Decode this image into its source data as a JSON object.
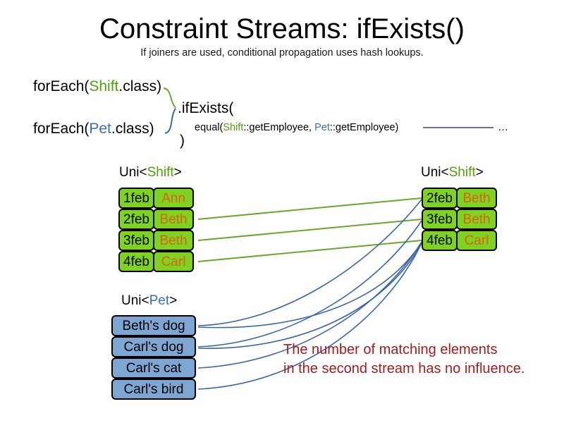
{
  "header": {
    "title": "Constraint Streams: ifExists()",
    "subtitle": "If joiners are used, conditional propagation uses hash lookups."
  },
  "code": {
    "foreach_shift_prefix": "forEach(",
    "foreach_shift_type": "Shift",
    "foreach_shift_suffix": ".class)",
    "foreach_pet_prefix": "forEach(",
    "foreach_pet_type": "Pet",
    "foreach_pet_suffix": ".class)",
    "if_exists": ".ifExists(",
    "equal_prefix": "equal(",
    "equal_shift_type": "Shift",
    "equal_shift_method": "::getEmployee, ",
    "equal_pet_type": "Pet",
    "equal_pet_method": "::getEmployee)",
    "close_paren": ")",
    "ellipsis": "…"
  },
  "streams": {
    "left_shift_label_prefix": "Uni<",
    "left_shift_label_type": "Shift",
    "left_shift_label_suffix": ">",
    "right_shift_label_prefix": "Uni<",
    "right_shift_label_type": "Shift",
    "right_shift_label_suffix": ">",
    "pet_label_prefix": "Uni<",
    "pet_label_type": "Pet",
    "pet_label_suffix": ">"
  },
  "left_shift_rows": [
    {
      "date": "1feb",
      "name": "Ann"
    },
    {
      "date": "2feb",
      "name": "Beth"
    },
    {
      "date": "3feb",
      "name": "Beth"
    },
    {
      "date": "4feb",
      "name": "Carl"
    }
  ],
  "right_shift_rows": [
    {
      "date": "2feb",
      "name": "Beth"
    },
    {
      "date": "3feb",
      "name": "Beth"
    },
    {
      "date": "4feb",
      "name": "Carl"
    }
  ],
  "pet_rows": [
    {
      "label": "Beth's dog"
    },
    {
      "label": "Carl's dog"
    },
    {
      "label": "Carl's cat"
    },
    {
      "label": "Carl's bird"
    }
  ],
  "caption": {
    "line1": "The number of matching elements",
    "line2": "in the second stream has no influence."
  },
  "colors": {
    "shift_green_fill": "#7ed321",
    "shift_green_text": "#4ea109",
    "pet_blue_fill": "#7ea6d2",
    "pet_blue_text": "#3b6fb5",
    "name_orange": "#e0601b",
    "caption_red": "#a61c1c",
    "wire_green": "#6aa82a",
    "wire_blue": "#3a66a8",
    "rule_purple": "#7a6a8f"
  }
}
